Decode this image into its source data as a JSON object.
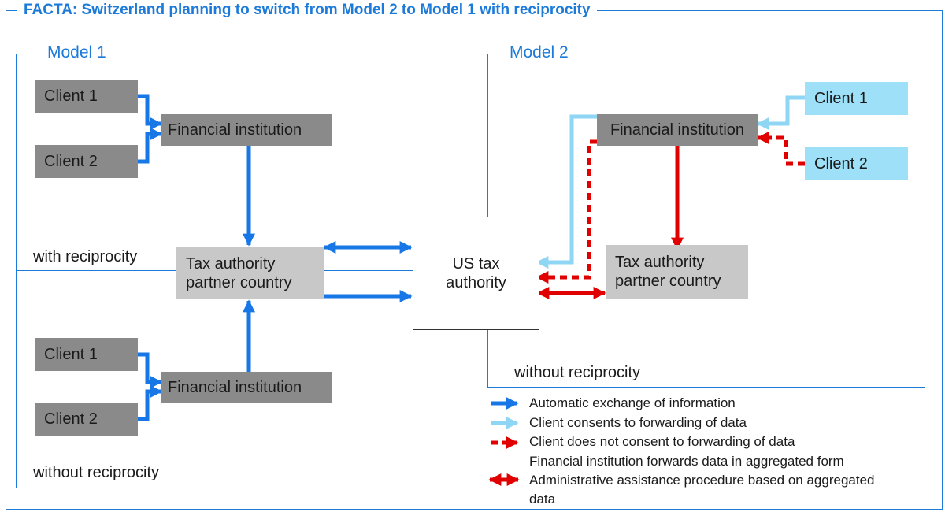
{
  "title": "FACTA: Switzerland planning to switch from Model 2 to Model 1 with reciprocity",
  "model1": {
    "label": "Model 1",
    "top": {
      "client1": "Client 1",
      "client2": "Client 2",
      "fi": "Financial institution",
      "caption": "with reciprocity"
    },
    "bottom": {
      "client1": "Client 1",
      "client2": "Client 2",
      "fi": "Financial institution",
      "caption": "without reciprocity"
    },
    "tax_authority_line1": "Tax authority",
    "tax_authority_line2": "partner country"
  },
  "us": {
    "line1": "US tax",
    "line2": "authority"
  },
  "model2": {
    "label": "Model 2",
    "client1": "Client 1",
    "client2": "Client 2",
    "fi": "Financial institution",
    "tax_authority_line1": "Tax authority",
    "tax_authority_line2": "partner country",
    "caption": "without reciprocity"
  },
  "legend": {
    "automatic": "Automatic exchange of information",
    "consents": "Client consents to forwarding of data",
    "not_consent_pre": "Client does ",
    "not_consent_word": "not",
    "not_consent_post": " consent to forwarding of data",
    "aggregated": "Financial institution forwards data in aggregated form",
    "admin_line1": "Administrative assistance procedure based on aggregated",
    "admin_line2": "data"
  },
  "colors": {
    "blue": "#1877e6",
    "light_blue": "#8fd6f5",
    "red": "#e00000",
    "frame": "#1c7ad9"
  }
}
